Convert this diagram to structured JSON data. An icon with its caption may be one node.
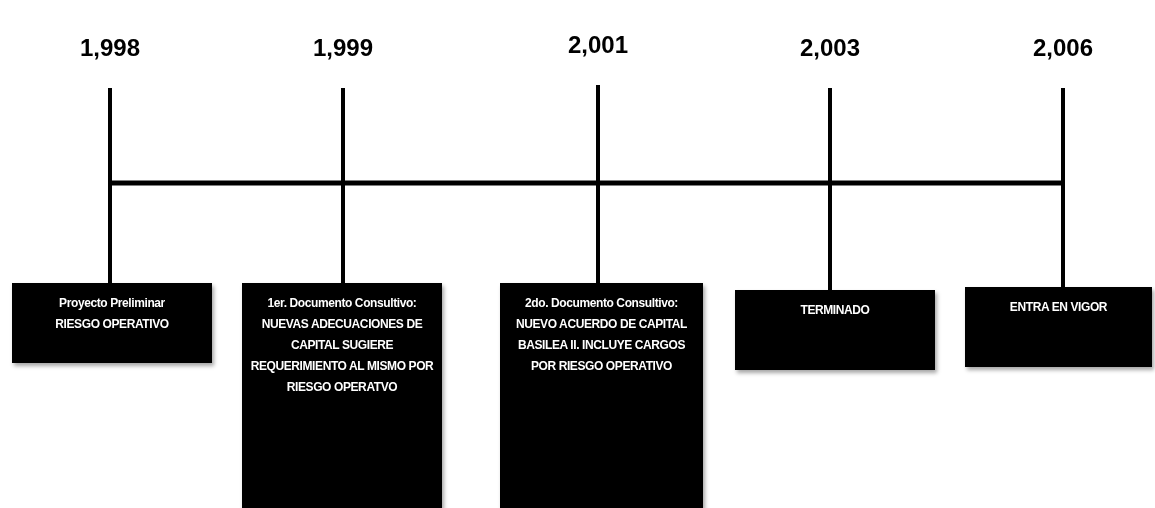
{
  "diagram": {
    "nodes": [
      {
        "text": [
          "1,998"
        ]
      },
      {
        "text": [
          "1,999"
        ]
      },
      {
        "text": [
          "2,001"
        ]
      },
      {
        "text": [
          "2,003"
        ]
      },
      {
        "text": [
          "2,006"
        ]
      },
      {
        "text": [
          "Proyecto Preliminar",
          "RIESGO OPERATIVO"
        ]
      },
      {
        "text": [
          "1er. Documento Consultivo:",
          "NUEVAS ADECUACIONES DE CAPITAL SUGIERE REQUERIMIENTO AL MISMO POR RIESGO OPERATVO"
        ]
      },
      {
        "text": [
          "2do. Documento Consultivo:",
          "NUEVO ACUERDO DE CAPITAL BASILEA II. INCLUYE CARGOS POR RIESGO OPERATIVO"
        ]
      },
      {
        "text": [
          "TERMINADO"
        ]
      },
      {
        "text": [
          "ENTRA EN VIGOR"
        ]
      }
    ],
    "edges": [
      {
        "from": 0,
        "to": 5,
        "arrow": "none"
      },
      {
        "from": 1,
        "to": 6,
        "arrow": "none"
      },
      {
        "from": 2,
        "to": 7,
        "arrow": "none"
      },
      {
        "from": 3,
        "to": 8,
        "arrow": "none"
      },
      {
        "from": 4,
        "to": 9,
        "arrow": "none"
      }
    ]
  }
}
